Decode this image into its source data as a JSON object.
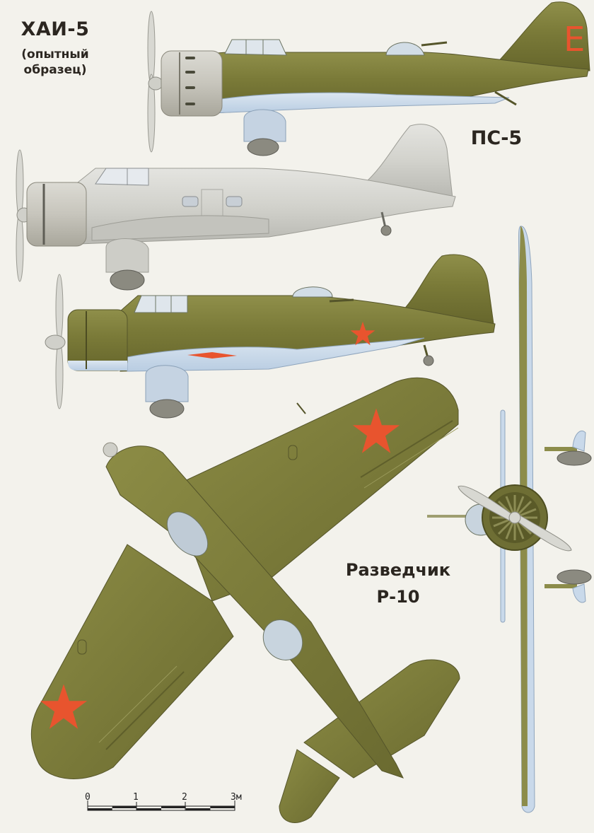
{
  "labels": {
    "xai5_title": "ХАИ-5",
    "xai5_subtitle_line1": "(опытный",
    "xai5_subtitle_line2": "образец)",
    "ps5_title": "ПС-5",
    "r10_title_line1": "Разведчик",
    "r10_title_line2": "Р-10",
    "tail_letter": "Е"
  },
  "scale_bar": {
    "ticks": [
      "0",
      "1",
      "2",
      "3м"
    ]
  },
  "colors": {
    "background": "#f3f2ec",
    "olive_green": "#7d7d3c",
    "olive_dark": "#5f5f2b",
    "underside_blue": "#c9d9ea",
    "silver": "#d4d4d0",
    "red_star": "#e8542e",
    "text": "#2b2620"
  },
  "views": [
    {
      "name": "ХАИ-5 side profile",
      "scheme": "olive-green upper, light blue under, tail code Е"
    },
    {
      "name": "ПС-5 side profile",
      "scheme": "silver"
    },
    {
      "name": "Р-10 side profile",
      "scheme": "olive-green upper, light blue under, red stars"
    },
    {
      "name": "Р-10 top view",
      "scheme": "olive-green with red stars"
    },
    {
      "name": "Р-10 front view",
      "scheme": "olive-green / light blue"
    }
  ]
}
